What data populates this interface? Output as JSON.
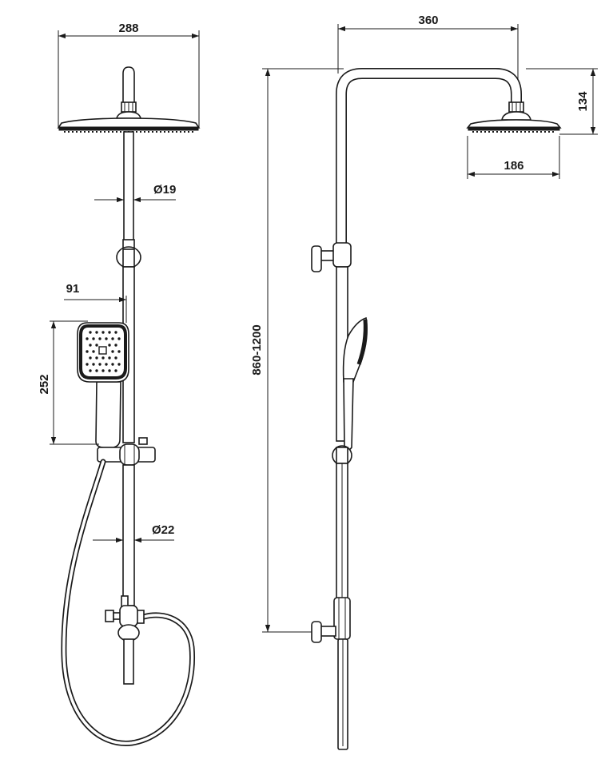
{
  "dimensions": {
    "head_width_front": "288",
    "rail_width": "360",
    "head_height": "134",
    "head_width_side": "186",
    "pipe_upper_dia": "Ø19",
    "pipe_lower_dia": "Ø22",
    "hand_width": "91",
    "hand_length": "252",
    "height_range": "860-1200"
  },
  "colors": {
    "line": "#1a1a1a",
    "background": "#ffffff"
  }
}
